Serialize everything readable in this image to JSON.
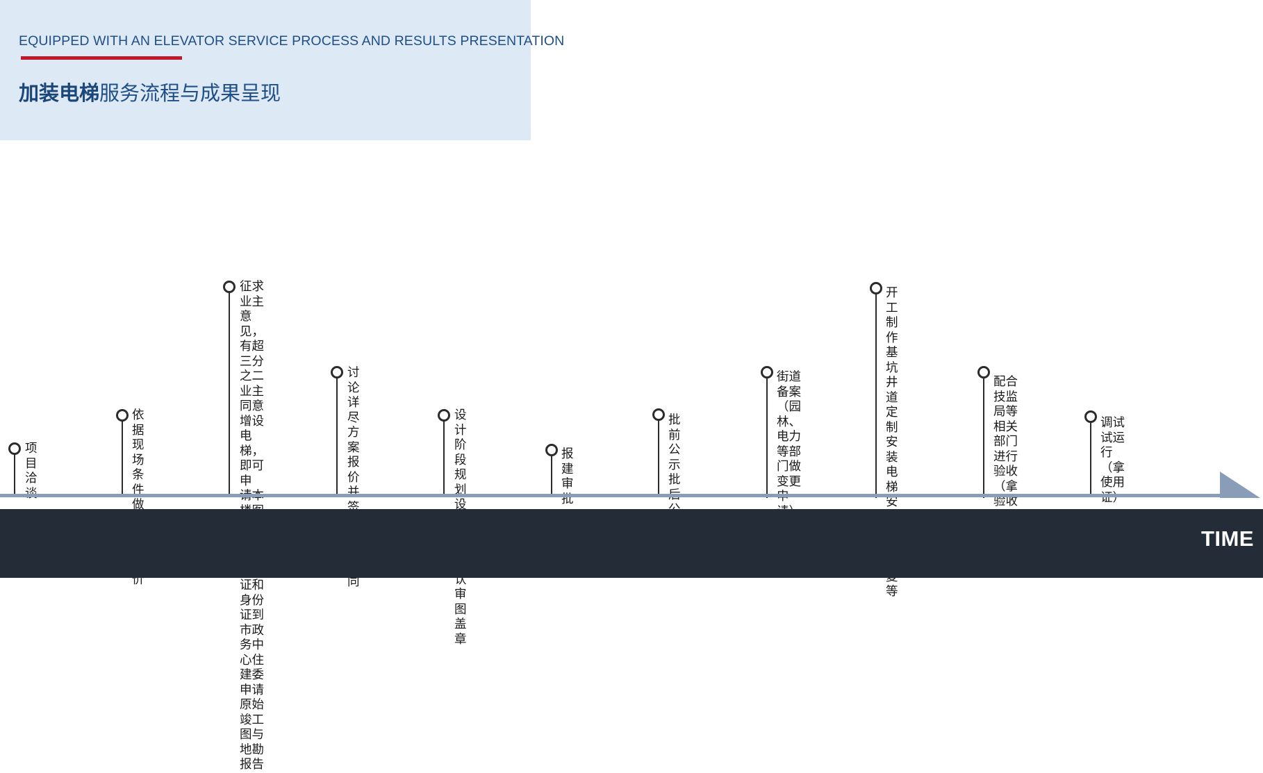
{
  "header": {
    "subtitle": "EQUIPPED WITH AN ELEVATOR SERVICE PROCESS AND RESULTS PRESENTATION",
    "title_strong": "加装电梯",
    "title_rest": "服务流程与成果呈现"
  },
  "timeline": {
    "axis_label": "TIME",
    "milestones": [
      {
        "label": "项目洽谈"
      },
      {
        "label": "依据现场条件\n做出方案报价"
      },
      {
        "label": "征求业主意见，\n有超三分之二\n业主同意增设\n电梯，即可申\n请本楼图纸，\n业主携带房产\n证和身份证到\n市政务中心住\n建委申请原始\n竣工图与地勘\n报告"
      },
      {
        "label": "讨论详尽方案\n报价并签订项\n目合同"
      },
      {
        "label": "设计阶段\n规划设计\n客户确认\n审图盖章"
      },
      {
        "label": "报建审批"
      },
      {
        "label": "批前公示\n批后公示"
      },
      {
        "label": "街道备案\n（园林、电力\n等部门做变更\n申请）"
      },
      {
        "label": "开工\n制作基坑\n井道定制安装\n电梯安装\n连廊修复等"
      },
      {
        "label": "配合技监局等\n相关部门进行\n验收\n（拿验收合格\n证）"
      },
      {
        "label": "调试试运行\n（拿使用证）"
      }
    ]
  },
  "colors": {
    "header_bg": "#dde9f5",
    "title_blue": "#1f4f86",
    "accent_red": "#c0182b",
    "axis": "#8a9db8",
    "footer": "#232c37"
  }
}
